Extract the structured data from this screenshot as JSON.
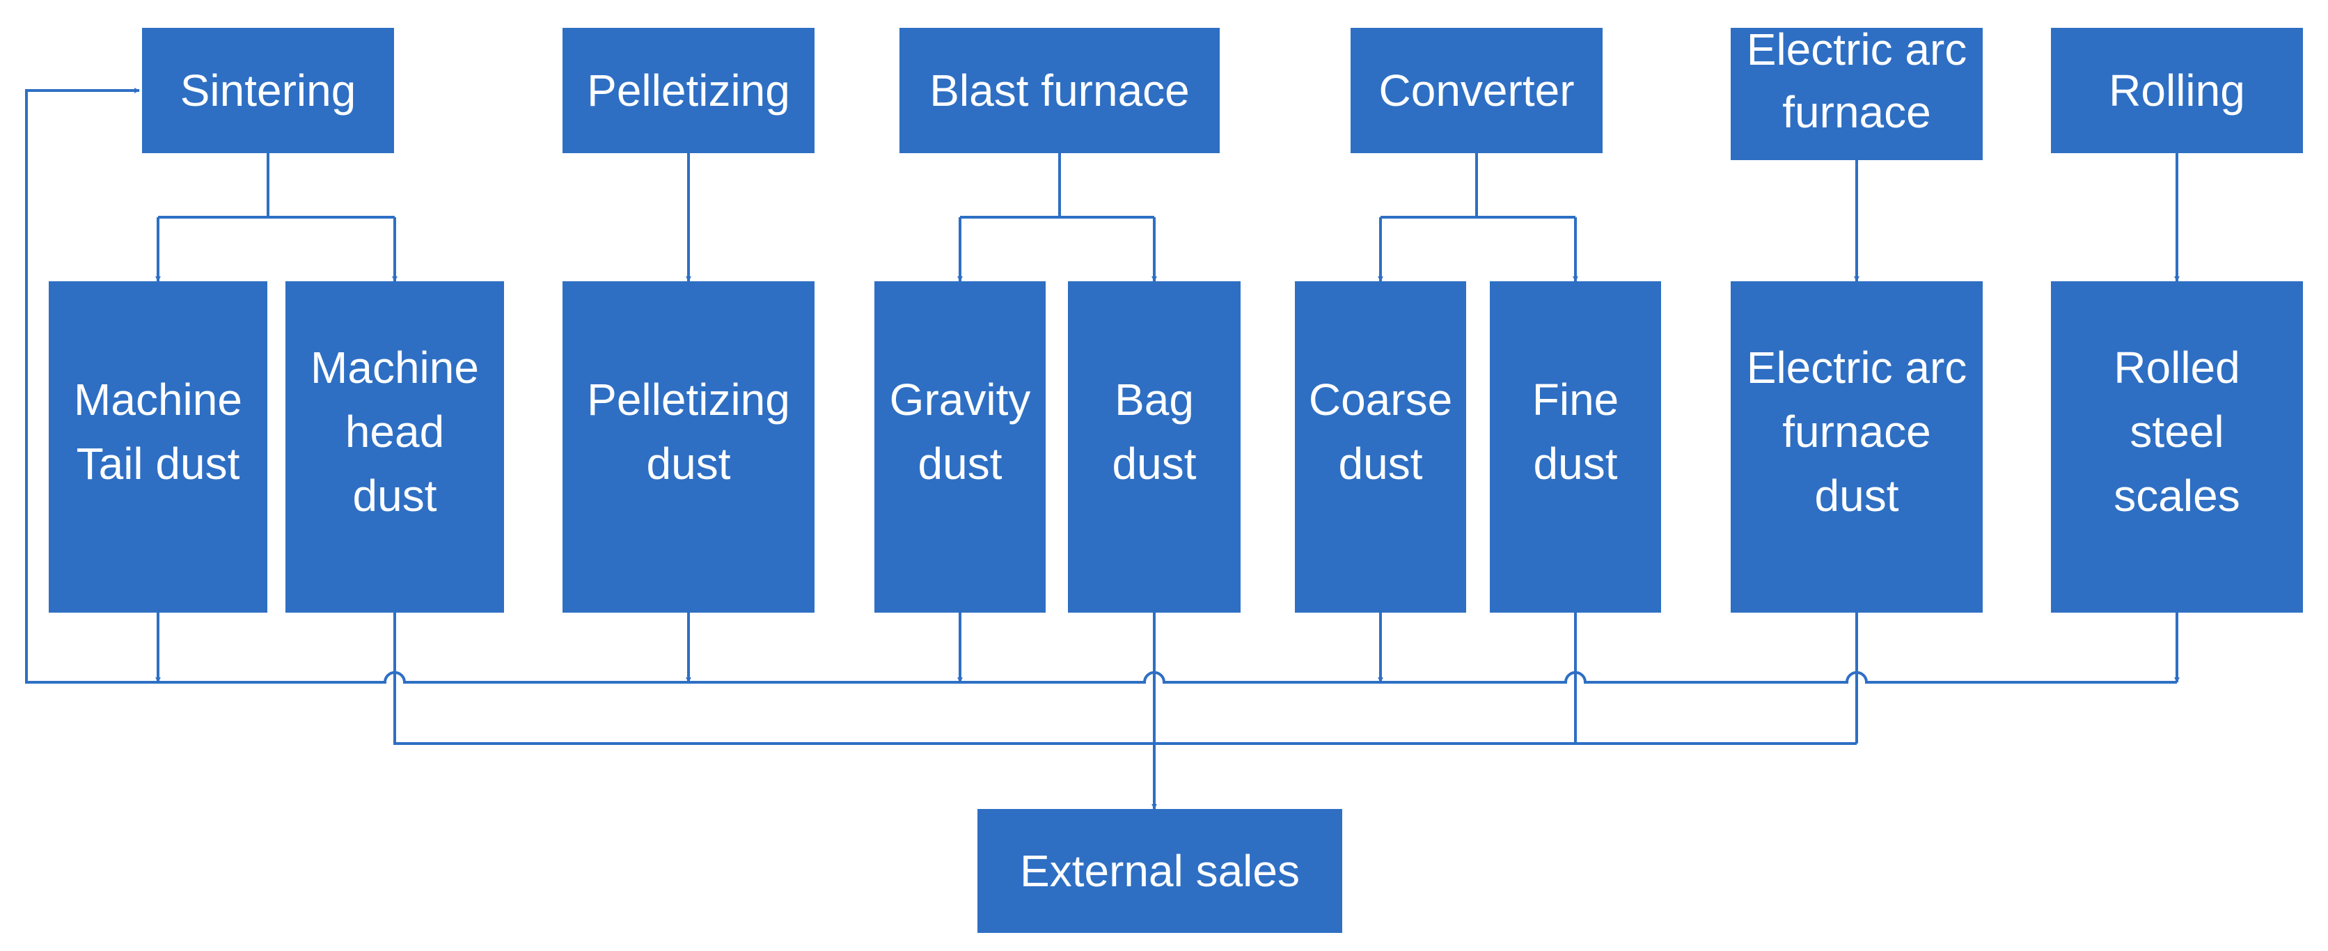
{
  "colors": {
    "box_fill": "#2e6fc4",
    "box_text": "#ffffff",
    "connector": "#2e6fc4"
  },
  "processes": [
    {
      "id": "sintering",
      "label": "Sintering"
    },
    {
      "id": "pelletizing",
      "label": "Pelletizing"
    },
    {
      "id": "blast_furnace",
      "label": "Blast furnace"
    },
    {
      "id": "converter",
      "label": "Converter"
    },
    {
      "id": "electric_arc_furnace",
      "label": "Electric arc furnace"
    },
    {
      "id": "rolling",
      "label": "Rolling"
    }
  ],
  "dusts": [
    {
      "id": "machine_tail_dust",
      "label": "Machine Tail dust",
      "source": "sintering",
      "destination": "sintering"
    },
    {
      "id": "machine_head_dust",
      "label": "Machine head dust",
      "source": "sintering",
      "destination": "external_sales"
    },
    {
      "id": "pelletizing_dust",
      "label": "Pelletizing dust",
      "source": "pelletizing",
      "destination": "sintering"
    },
    {
      "id": "gravity_dust",
      "label": "Gravity dust",
      "source": "blast_furnace",
      "destination": "sintering"
    },
    {
      "id": "bag_dust",
      "label": "Bag dust",
      "source": "blast_furnace",
      "destination": "external_sales"
    },
    {
      "id": "coarse_dust",
      "label": "Coarse dust",
      "source": "converter",
      "destination": "sintering"
    },
    {
      "id": "fine_dust",
      "label": "Fine dust",
      "source": "converter",
      "destination": "external_sales"
    },
    {
      "id": "electric_arc_furnace_dust",
      "label": "Electric arc furnace dust",
      "source": "electric_arc_furnace",
      "destination": "external_sales"
    },
    {
      "id": "rolled_steel_scales",
      "label": "Rolled steel scales",
      "source": "rolling",
      "destination": "sintering"
    }
  ],
  "sink": {
    "id": "external_sales",
    "label": "External sales"
  }
}
